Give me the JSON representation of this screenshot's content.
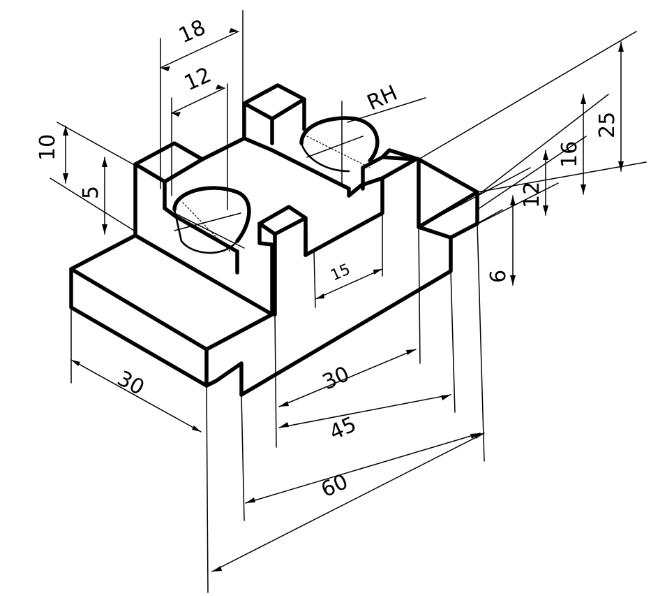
{
  "dimensions": {
    "d18": "18",
    "d12_top": "12",
    "d10": "10",
    "d5": "5",
    "rh": "RH",
    "d25": "25",
    "d16": "16",
    "d12_right": "12",
    "d6": "6",
    "d15": "15",
    "d30_front": "30",
    "d30_left": "30",
    "d45": "45",
    "d60": "60"
  }
}
